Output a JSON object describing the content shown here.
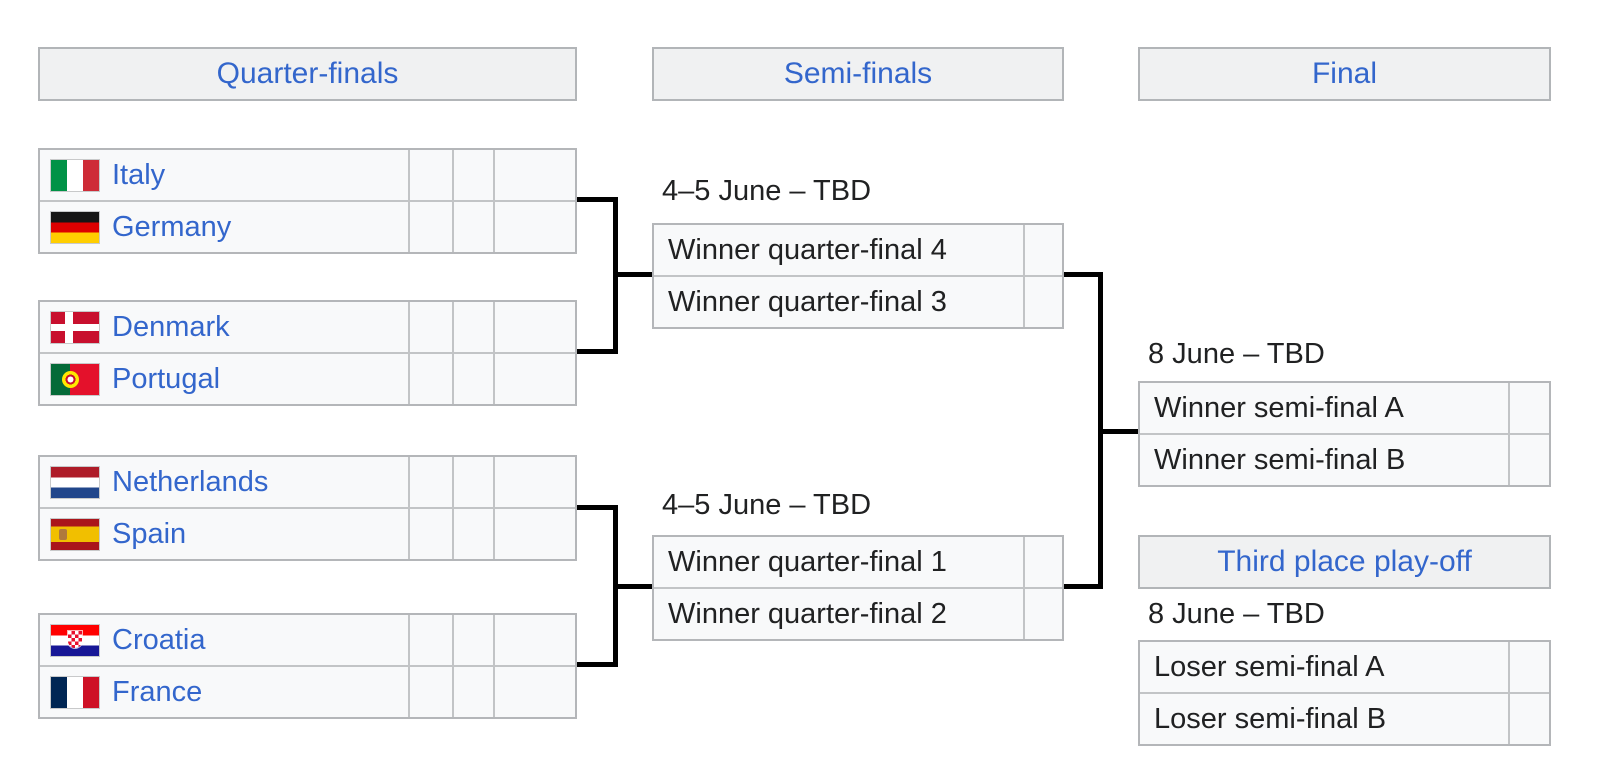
{
  "rounds": {
    "quarterfinals_label": "Quarter-finals",
    "semifinals_label": "Semi-finals",
    "final_label": "Final",
    "third_place_label": "Third place play-off"
  },
  "qf": [
    {
      "teams": [
        {
          "name": "Italy",
          "flag": "italy",
          "scores": [
            "",
            "",
            ""
          ]
        },
        {
          "name": "Germany",
          "flag": "germany",
          "scores": [
            "",
            "",
            ""
          ]
        }
      ]
    },
    {
      "teams": [
        {
          "name": "Denmark",
          "flag": "denmark",
          "scores": [
            "",
            "",
            ""
          ]
        },
        {
          "name": "Portugal",
          "flag": "portugal",
          "scores": [
            "",
            "",
            ""
          ]
        }
      ]
    },
    {
      "teams": [
        {
          "name": "Netherlands",
          "flag": "netherlands",
          "scores": [
            "",
            "",
            ""
          ]
        },
        {
          "name": "Spain",
          "flag": "spain",
          "scores": [
            "",
            "",
            ""
          ]
        }
      ]
    },
    {
      "teams": [
        {
          "name": "Croatia",
          "flag": "croatia",
          "scores": [
            "",
            "",
            ""
          ]
        },
        {
          "name": "France",
          "flag": "france",
          "scores": [
            "",
            "",
            ""
          ]
        }
      ]
    }
  ],
  "sf": [
    {
      "date": "4–5 June – TBD",
      "teams": [
        {
          "name": "Winner quarter-final 4",
          "score": ""
        },
        {
          "name": "Winner quarter-final 3",
          "score": ""
        }
      ]
    },
    {
      "date": "4–5 June – TBD",
      "teams": [
        {
          "name": "Winner quarter-final 1",
          "score": ""
        },
        {
          "name": "Winner quarter-final 2",
          "score": ""
        }
      ]
    }
  ],
  "final": {
    "date": "8 June – TBD",
    "teams": [
      {
        "name": "Winner semi-final A",
        "score": ""
      },
      {
        "name": "Winner semi-final B",
        "score": ""
      }
    ]
  },
  "third_place": {
    "date": "8 June – TBD",
    "teams": [
      {
        "name": "Loser semi-final A",
        "score": ""
      },
      {
        "name": "Loser semi-final B",
        "score": ""
      }
    ]
  },
  "colors": {
    "link_blue": "#3366cc",
    "text": "#202122",
    "connector": "#000000",
    "box_bg": "#f8f9fa",
    "header_bg": "#f0f1f2",
    "border": "#b4b6b9"
  }
}
